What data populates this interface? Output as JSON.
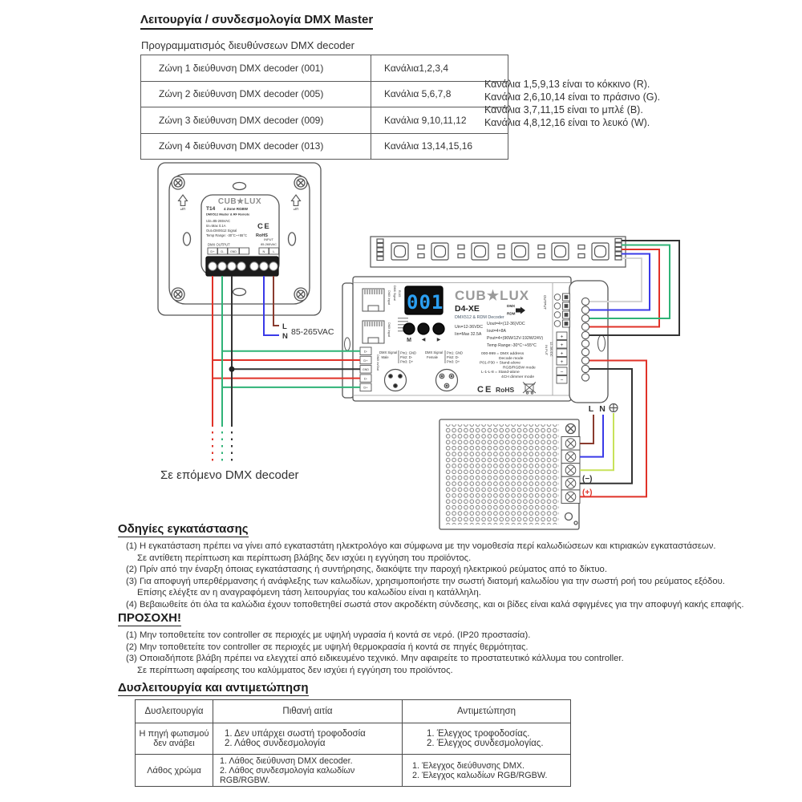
{
  "header": {
    "title": "Λειτουργία / συνδεσμολογία DMX Master",
    "subtitle": "Προγραμματισμός διευθύνσεων DMX decoder"
  },
  "zone_table": {
    "rows": [
      {
        "zone": "Ζώνη 1 διεύθυνση DMX decoder (001)",
        "channels": "Κανάλια1,2,3,4"
      },
      {
        "zone": "Ζώνη 2 διεύθυνση DMX decoder (005)",
        "channels": "Κανάλια 5,6,7,8"
      },
      {
        "zone": "Ζώνη 3 διεύθυνση DMX decoder (009)",
        "channels": "Κανάλια 9,10,11,12"
      },
      {
        "zone": "Ζώνη 4 διεύθυνση DMX decoder (013)",
        "channels": "Κανάλια 13,14,15,16"
      }
    ]
  },
  "channel_notes": [
    "Κανάλια 1,5,9,13 είναι το κόκκινο (R).",
    "Κανάλια 2,6,10,14 είναι το πράσινο (G).",
    "Κανάλια 3,7,11,15 είναι το μπλέ (B).",
    "Κανάλια 4,8,12,16 είναι το λευκό (W)."
  ],
  "master": {
    "brand": "CUB★LUX",
    "model": "T14",
    "zone": "4 Zone RGBW",
    "desc": "DMX512 Master & RF Remote",
    "spec1": "Uin=85-265VAC",
    "spec2": "Iin=Max  0.1A",
    "spec3": "Out=DMX512 Signal",
    "spec4": "Temp Range: -30°C~+55°C",
    "ce": "CE",
    "rohs": "RoHS",
    "up": "UP",
    "out_label": "DMX OUTPUT",
    "in_label1": "INPUT",
    "in_label2": "85-265VAC",
    "t1": "D+",
    "t2": "D-",
    "t3": "GND",
    "t5": "N",
    "t6": "L"
  },
  "mains": {
    "l": "L",
    "n": "N",
    "v": "85-265VAC"
  },
  "next_decoder_label": "Σε  επόμενο DMX decoder",
  "decoder": {
    "display": "001",
    "brand": "CUB★LUX",
    "model": "D4-XE",
    "desc": "DMX512 & RDM Decoder",
    "logo_dmx": "DMX",
    "logo_rdm": "RDM",
    "uin": "Uin=12-36VDC",
    "iin": "Iin=Max 32.5A",
    "uout": "Uout=4×(12-36)VDC",
    "iout": "Iout=4×8A",
    "pout": "Pout=4×(96W/12V-192W/24V)",
    "temp": "Temp Range:-30°C~+55°C",
    "mode1": "000-999 = DMX address",
    "mode2": "Decode mode",
    "mode3": "P01-P30 = Stand-alone",
    "mode4": "RGB/RGBW mode",
    "mode5": "L-1-L-8 = Stand-alone",
    "mode6": "4CH dimmer mode",
    "btn_m": "M",
    "btn_left": "◀",
    "btn_right": "▶",
    "sig_label": "DMX Signal",
    "male": "Male",
    "female": "Female",
    "pin1": "Pin1: GND",
    "pin2": "Pin2: D-",
    "pin3": "Pin3: D+",
    "rj45_label": "DMX Input",
    "rj45b": "DMX Signal",
    "rj45c": "RJ45",
    "inout": "DMX In/Out",
    "t1": "D-",
    "t2": "D+",
    "t3": "GND",
    "t4": "D-",
    "t5": "D+",
    "output_label": "OUTPUT",
    "in1": "IN PUT",
    "in2": "12-36VDC",
    "plus": "+",
    "minus": "−",
    "ce": "CE",
    "rohs": "RoHS"
  },
  "psu": {
    "l": "L",
    "n": "N",
    "minus": "(−)",
    "plus": "(+)"
  },
  "install": {
    "heading": "Οδηγίες εγκατάστασης",
    "l1": "(1) Η εγκατάσταση πρέπει να γίνει από εγκαταστάτη ηλεκτρολόγο και σύμφωνα με την νομοθεσία περί καλωδιώσεων και κτιριακών εγκαταστάσεων.",
    "l2": "Σε αντίθετη περίπτωση και περίπτωση βλάβης δεν ισχύει η εγγύηση του προϊόντος.",
    "l3": "(2) Πρίν από την έναρξη όποιας εγκατάστασης ή συντήρησης, διακόψτε την παροχή ηλεκτρικού ρεύματος από το δίκτυο.",
    "l4": "(3) Για αποφυγή υπερθέρμανσης ή ανάφλεξης των καλωδίων, χρησιμοποιήστε την σωστή διατομή καλωδίου για την σωστή ροή του ρεύματος  εξόδου.",
    "l5": "Επίσης ελέγξτε αν η αναγραφόμενη τάση λειτουργίας του καλωδίου είναι η κατάλληλη.",
    "l6": "(4) Βεβαιωθείτε ότι όλα τα καλώδια έχουν τοποθετηθεί σωστά στον ακροδέκτη σύνδεσης, και οι βίδες είναι καλά σφιγμένες για την αποφυγή κακής επαφής."
  },
  "caution": {
    "heading": "ΠΡΟΣΟΧΗ!",
    "l1": "(1) Μην τοποθετείτε τον controller σε περιοχές με υψηλή υγρασία ή κοντά σε νερό. (IP20 προστασία).",
    "l2": "(2) Μην τοποθετείτε τον controller σε περιοχές με υψηλή θερμοκρασία ή κοντά σε πηγές θερμότητας.",
    "l3": "(3) Οποιαδήποτε βλάβη πρέπει να ελεγχτεί από ειδικευμένο τεχνικό. Μην αφαιρείτε το προστατευτικό κάλλυμα του controller.",
    "l4": "Σε περίπτωση αφαίρεσης του καλύμματος δεν ισχύει ή εγγύηση του προϊόντος."
  },
  "trouble": {
    "heading": "Δυσλειτουργία και αντιμετώπηση",
    "h1": "Δυσλειτουργία",
    "h2": "Πιθανή αιτία",
    "h3": "Αντιμετώπηση",
    "r1p1": "Η πηγή φωτισμού",
    "r1p2": "δεν ανάβει",
    "r1c1": "1. Δεν υπάρχει σωστή τροφοδοσία",
    "r1c2": "2. Λάθος συνδεσμολογία",
    "r1s1": "1. Έλεγχος τροφοδοσίας.",
    "r1s2": "2. Έλεγχος συνδεσμολογίας.",
    "r2p": "Λάθος χρώμα",
    "r2c1": "1. Λάθος διεύθυνση DMX decoder.",
    "r2c2": "2. Λάθος συνδεσμολογία καλωδίων RGB/RGBW.",
    "r2s1": "1. Έλεγχος διεύθυνσης DMX.",
    "r2s2": "2. Έλεγχος καλωδίων RGB/RGBW."
  },
  "colors": {
    "wire_red": "#e03228",
    "wire_green": "#2fb377",
    "wire_blue": "#3a3ae8",
    "wire_black": "#333333",
    "wire_brown": "#8a3b2e",
    "wire_earth": "#c8e25a",
    "wire_white": "#d4d4d4",
    "display_blue": "#2b9ff2"
  }
}
